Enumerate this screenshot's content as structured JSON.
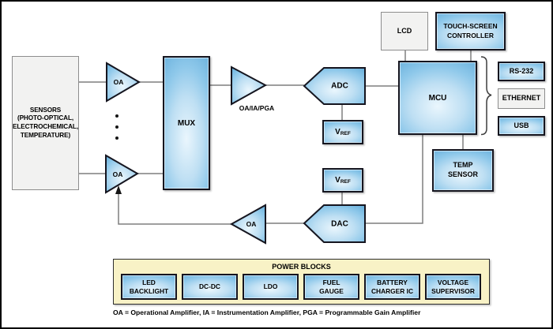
{
  "colors": {
    "block_fill": "#8ec8ea",
    "block_fill_highlight": "#eaf6fd",
    "block_border": "#15151f",
    "gray_fill": "#f2f2f1",
    "gray_border": "#8d8d8d",
    "connector": "#7f7f7f",
    "power_panel_fill": "#f8f2c6",
    "canvas_border": "#000000",
    "text": "#000000"
  },
  "blocks": {
    "sensors": {
      "label": "SENSORS\n(PHOTO-OPTICAL,\nELECTROCHEMICAL,\nTEMPERATURE)"
    },
    "oa_top": {
      "label": "OA"
    },
    "oa_bottom": {
      "label": "OA"
    },
    "oa_feedback": {
      "label": "OA"
    },
    "mux": {
      "label": "MUX"
    },
    "pga": {
      "label": "OA/IA/PGA"
    },
    "adc": {
      "label": "ADC"
    },
    "dac": {
      "label": "DAC"
    },
    "vref_adc": {
      "main": "V",
      "sub": "REF"
    },
    "vref_dac": {
      "main": "V",
      "sub": "REF"
    },
    "mcu": {
      "label": "MCU"
    },
    "lcd": {
      "label": "LCD"
    },
    "touchscreen_controller": {
      "label": "TOUCH-SCREEN\nCONTROLLER"
    },
    "temp_sensor": {
      "label": "TEMP\nSENSOR"
    },
    "rs232": {
      "label": "RS-232"
    },
    "ethernet": {
      "label": "ETHERNET"
    },
    "usb": {
      "label": "USB"
    }
  },
  "power": {
    "title": "POWER BLOCKS",
    "blocks": [
      {
        "label": "LED\nBACKLIGHT"
      },
      {
        "label": "DC-DC"
      },
      {
        "label": "LDO"
      },
      {
        "label": "FUEL\nGAUGE"
      },
      {
        "label": "BATTERY\nCHARGER IC"
      },
      {
        "label": "VOLTAGE\nSUPERVISOR"
      }
    ]
  },
  "footnote": "OA = Operational Amplifier, IA = Instrumentation Amplifier, PGA = Programmable Gain Amplifier"
}
